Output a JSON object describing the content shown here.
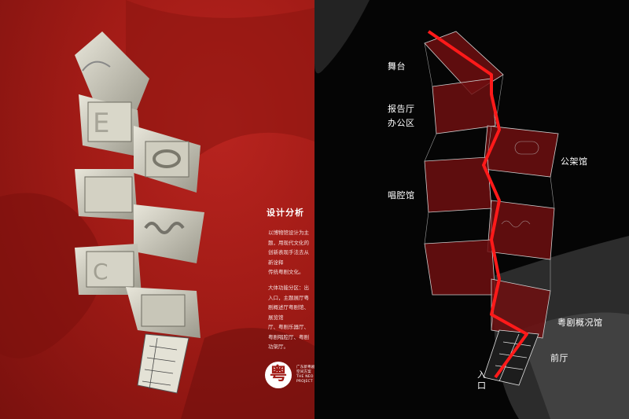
{
  "left": {
    "heading": "设计分析",
    "para1": [
      "以博物馆设计为主",
      "题，用现代文化的",
      "创新表现手法去从",
      "新诠释",
      "传统粤剧文化。"
    ],
    "para2": [
      "大体功能分区：出",
      "入口，主题展厅粤",
      "剧概述厅粤剧馆、",
      "展览馆",
      "厅、粤剧乐器厅、",
      "粤剧唱腔厅、粤剧",
      "功架厅。"
    ],
    "logo": {
      "glyph": "粤",
      "line1": "广东新粤剧博物馆",
      "line2": "空间方案",
      "line3": "THE NEO OPERA MUSEUM OF GD",
      "line4": "PROJECT"
    }
  },
  "right": {
    "labels": {
      "stage": "舞台",
      "hall_office_1": "报告厅",
      "hall_office_2": "办公区",
      "gongjia": "公架馆",
      "changqiang": "唱腔馆",
      "overview": "粤剧概况馆",
      "lobby": "前厅",
      "entrance_1": "入",
      "entrance_2": "口"
    }
  },
  "colors": {
    "left_bg": "#a11b16",
    "right_bg": "#050505",
    "route": "#ff1a1a",
    "room_fill": "#6e0f10"
  }
}
